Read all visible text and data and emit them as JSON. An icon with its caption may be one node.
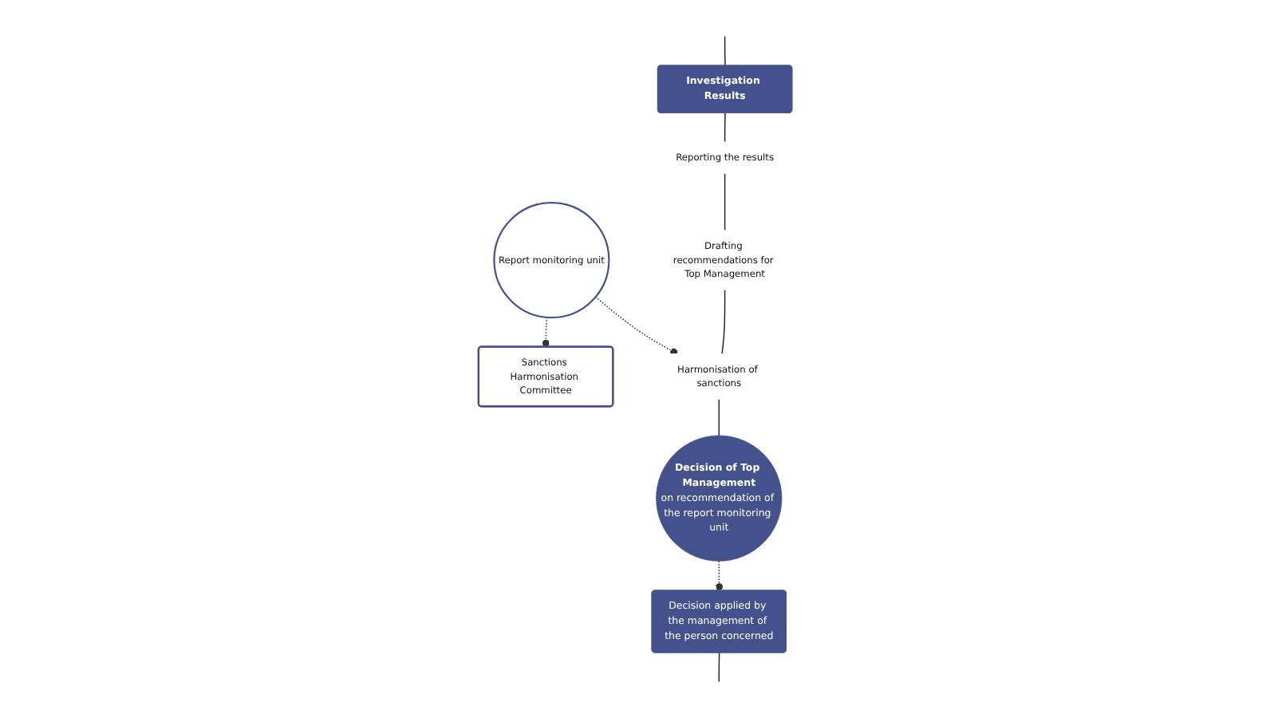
{
  "diagram": {
    "nodes": [
      {
        "text": [
          "Report monitoring unit"
        ]
      },
      {
        "text": [
          "Investigation Results"
        ]
      },
      {
        "text": [
          "Sanctions Harmonisation Committee"
        ]
      },
      {
        "text": [
          "Reporting the results"
        ]
      },
      {
        "text": [
          "Drafting recommendations for Top Management"
        ]
      },
      {
        "text": [
          "Harmonisation of sanctions"
        ]
      },
      {
        "text": [
          "Decision of Top Management",
          "on recommendation of the report monitoring unit"
        ]
      },
      {
        "text": [
          "Decision applied by the management of the person concerned"
        ]
      }
    ],
    "edges": [
      {
        "from": null,
        "to": 1,
        "arrow": "none"
      },
      {
        "from": 1,
        "to": 3,
        "arrow": "none"
      },
      {
        "from": 3,
        "to": 4,
        "arrow": "none"
      },
      {
        "from": 4,
        "to": 5,
        "arrow": "none"
      },
      {
        "from": 5,
        "to": 6,
        "arrow": "none"
      },
      {
        "from": 0,
        "to": 2,
        "arrow": "other",
        "style": "dashed"
      },
      {
        "from": 0,
        "to": 5,
        "arrow": "other",
        "style": "dashed"
      },
      {
        "from": 6,
        "to": 7,
        "arrow": "other",
        "style": "dashed"
      },
      {
        "from": 7,
        "to": null,
        "arrow": "none"
      }
    ]
  }
}
